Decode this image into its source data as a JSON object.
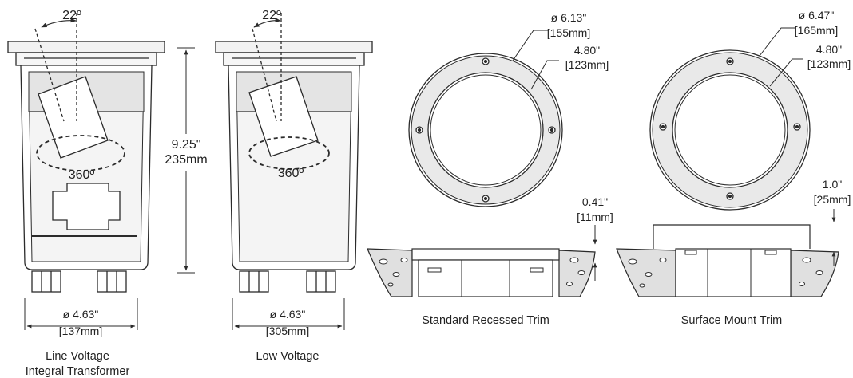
{
  "colors": {
    "line": "#2b2b2b",
    "panel": "#eeeeee",
    "panel_dark": "#dadada",
    "ground": "#bdbdbd",
    "ground_fill": "#e0e0e0"
  },
  "fixture_line_voltage": {
    "angle_label": "22º",
    "rotation_label": "360º",
    "diameter_in": "ø 4.63\"",
    "diameter_mm": "[137mm]",
    "caption_line1": "Line Voltage",
    "caption_line2": "Integral Transformer"
  },
  "fixture_low_voltage": {
    "angle_label": "22º",
    "rotation_label": "360º",
    "diameter_in": "ø 4.63\"",
    "diameter_mm": "[305mm]",
    "caption": "Low Voltage"
  },
  "height": {
    "inches": "9.25\"",
    "mm": "235mm"
  },
  "standard_trim": {
    "outer_in": "ø 6.13\"",
    "outer_mm": "[155mm]",
    "inner_in": "4.80\"",
    "inner_mm": "[123mm]",
    "depth_in": "0.41\"",
    "depth_mm": "[11mm]",
    "caption": "Standard Recessed Trim"
  },
  "surface_trim": {
    "outer_in": "ø 6.47\"",
    "outer_mm": "[165mm]",
    "inner_in": "4.80\"",
    "inner_mm": "[123mm]",
    "depth_in": "1.0\"",
    "depth_mm": "[25mm]",
    "caption": "Surface Mount Trim"
  }
}
